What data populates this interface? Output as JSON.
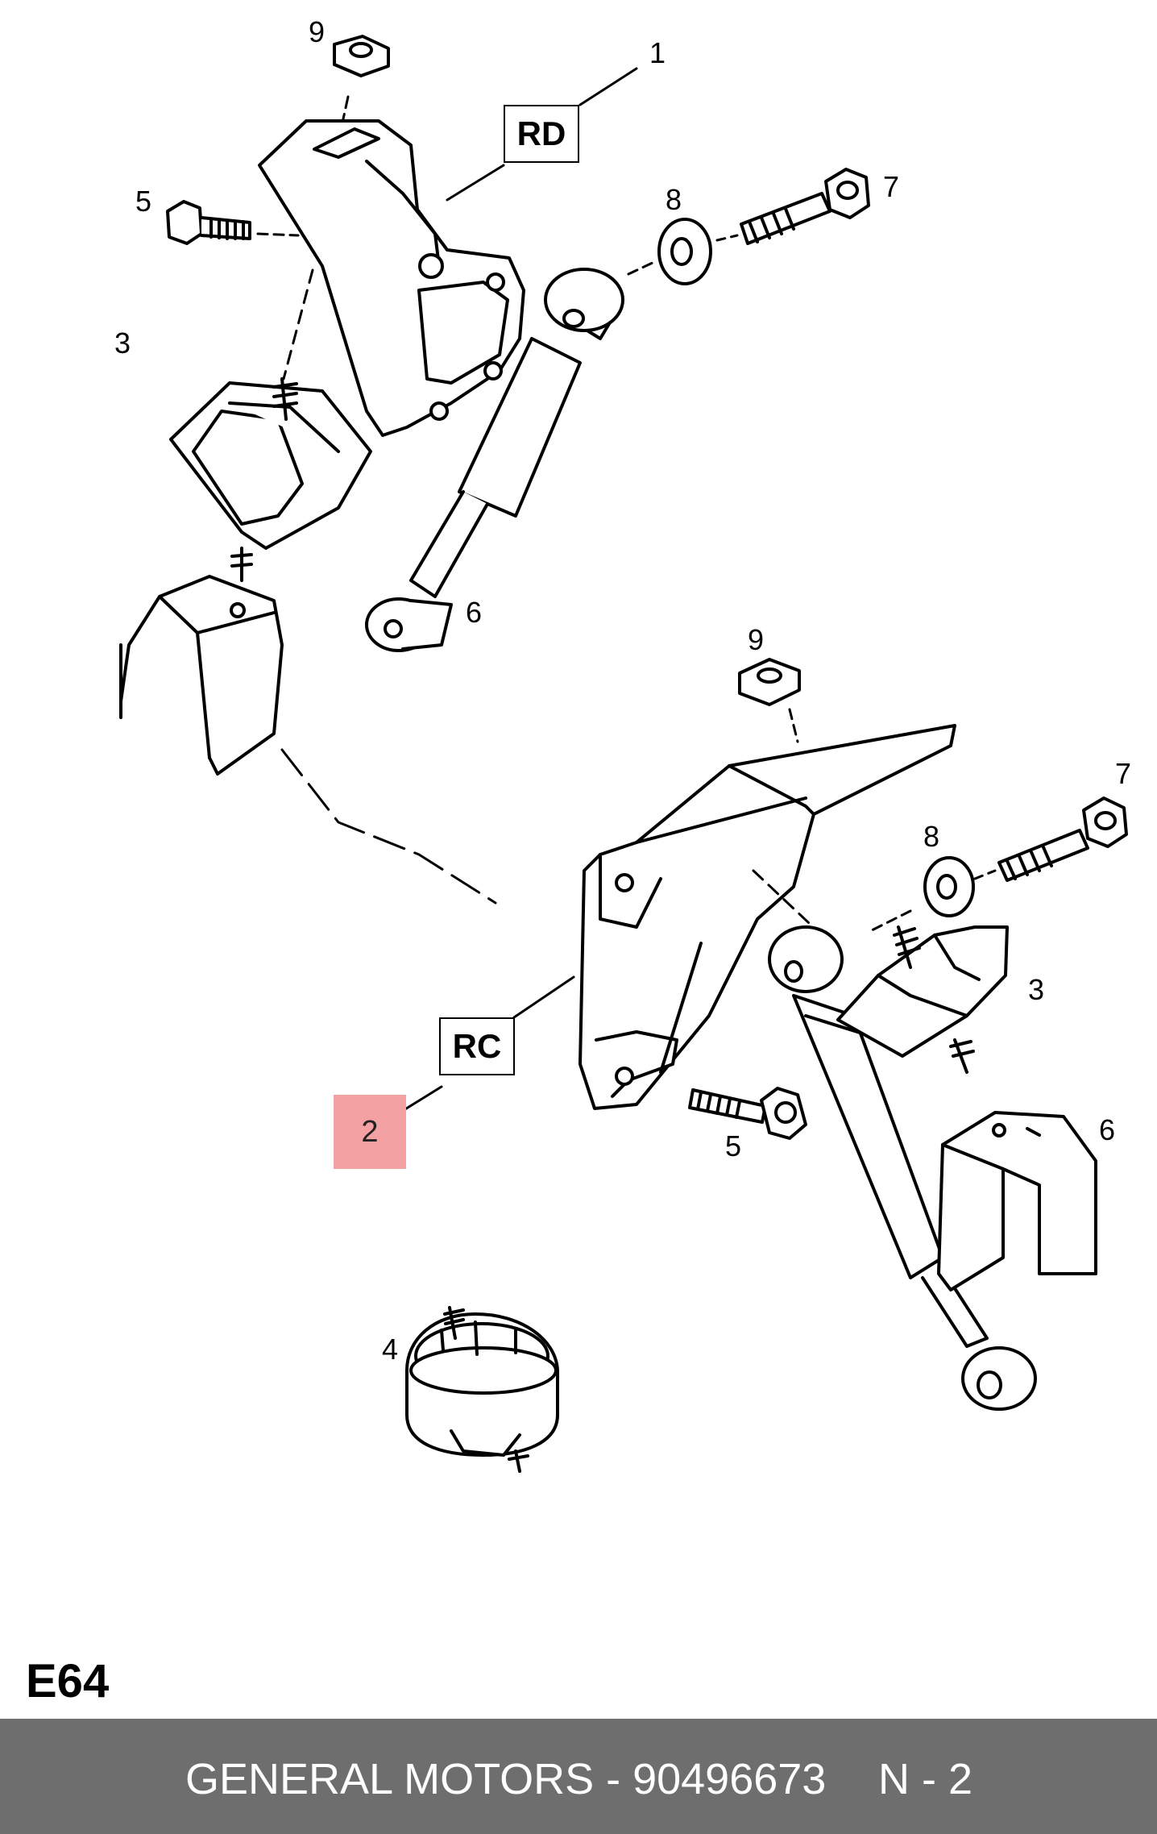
{
  "diagram": {
    "callouts": {
      "upper_bracket": "1",
      "lower_bracket": "2",
      "upper_mount": "3",
      "lower_mount": "3",
      "round_mount": "4",
      "upper_bolt_short": "5",
      "lower_bolt_short": "5",
      "upper_damper_end": "6",
      "lower_bracket_clip": "6",
      "upper_bolt_long": "7",
      "lower_bolt_long": "7",
      "upper_washer": "8",
      "lower_washer": "8",
      "upper_nut": "9",
      "lower_nut": "9"
    },
    "codes": {
      "upper": "RD",
      "lower": "RC"
    },
    "highlight_color": "#f4a1a3"
  },
  "page_code": "E64",
  "footer": {
    "brand_part": "GENERAL MOTORS - 90496673",
    "page": "N - 2",
    "background": "#6e6e6e"
  }
}
